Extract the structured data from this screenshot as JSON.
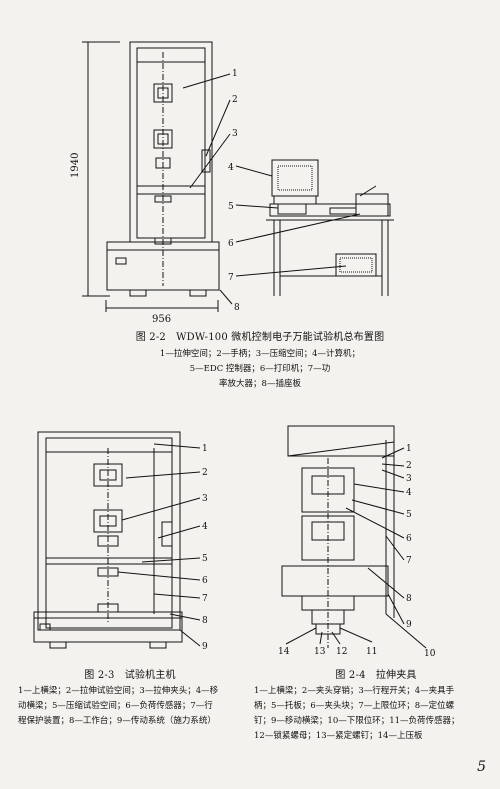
{
  "fig22": {
    "dim_height": "1940",
    "dim_width": "956",
    "callouts": [
      "1",
      "2",
      "3",
      "4",
      "5",
      "6",
      "7",
      "8"
    ],
    "caption": "图 2-2　WDW-100 微机控制电子万能试验机总布置图",
    "legend_lines": [
      "1—拉伸空间；2—手柄；3—压缩空间；4—计算机；",
      "5—EDC 控制器；6—打印机；7—功",
      "率放大器；8—插座板"
    ]
  },
  "fig23": {
    "callouts": [
      "1",
      "2",
      "3",
      "4",
      "5",
      "6",
      "7",
      "8",
      "9"
    ],
    "caption": "图 2-3　试验机主机",
    "legend_lines": [
      "1—上横梁；2—拉伸试验空间；3—拉伸夹头；4—移",
      "动横梁；5—压缩试验空间；6—负荷传感器；7—行",
      "程保护装置；8—工作台；9—传动系统（施力系统）"
    ]
  },
  "fig24": {
    "callouts": [
      "1",
      "2",
      "3",
      "4",
      "5",
      "6",
      "7",
      "8",
      "9",
      "10",
      "11",
      "12",
      "13",
      "14"
    ],
    "caption": "图 2-4　拉伸夹具",
    "legend_lines": [
      "1—上横梁；2—夹头穿销；3—行程开关；4—夹具手",
      "柄；5—托板；6—夹头块；7—上限位环；8—定位螺",
      "钉；9—移动横梁；10—下限位环；11—负荷传感器；",
      "12—锁紧螺母；13—紧定螺钉；14—上压板"
    ]
  },
  "page_number": "5"
}
